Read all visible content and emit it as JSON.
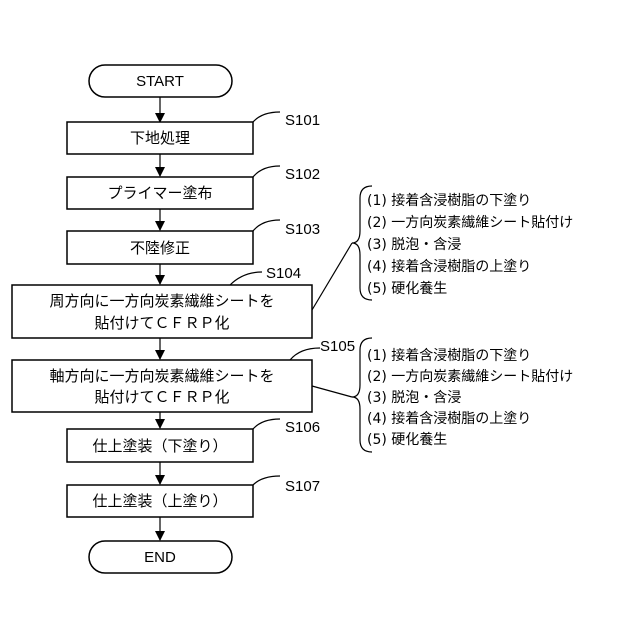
{
  "flowchart": {
    "start": "START",
    "end": "END",
    "steps": [
      {
        "label": "S101",
        "lines": [
          "下地処理"
        ]
      },
      {
        "label": "S102",
        "lines": [
          "プライマー塗布"
        ]
      },
      {
        "label": "S103",
        "lines": [
          "不陸修正"
        ]
      },
      {
        "label": "S104",
        "lines": [
          "周方向に一方向炭素繊維シートを",
          "貼付けてＣＦＲＰ化"
        ]
      },
      {
        "label": "S105",
        "lines": [
          "軸方向に一方向炭素繊維シートを",
          "貼付けてＣＦＲＰ化"
        ]
      },
      {
        "label": "S106",
        "lines": [
          "仕上塗装（下塗り）"
        ]
      },
      {
        "label": "S107",
        "lines": [
          "仕上塗装（上塗り）"
        ]
      }
    ],
    "details": [
      {
        "for": "S104",
        "items": [
          "(1) 接着含浸樹脂の下塗り",
          "(2) 一方向炭素繊維シート貼付け",
          "(3) 脱泡・含浸",
          "(4) 接着含浸樹脂の上塗り",
          "(5) 硬化養生"
        ]
      },
      {
        "for": "S105",
        "items": [
          "(1) 接着含浸樹脂の下塗り",
          "(2) 一方向炭素繊維シート貼付け",
          "(3) 脱泡・含浸",
          "(4) 接着含浸樹脂の上塗り",
          "(5) 硬化養生"
        ]
      }
    ]
  }
}
